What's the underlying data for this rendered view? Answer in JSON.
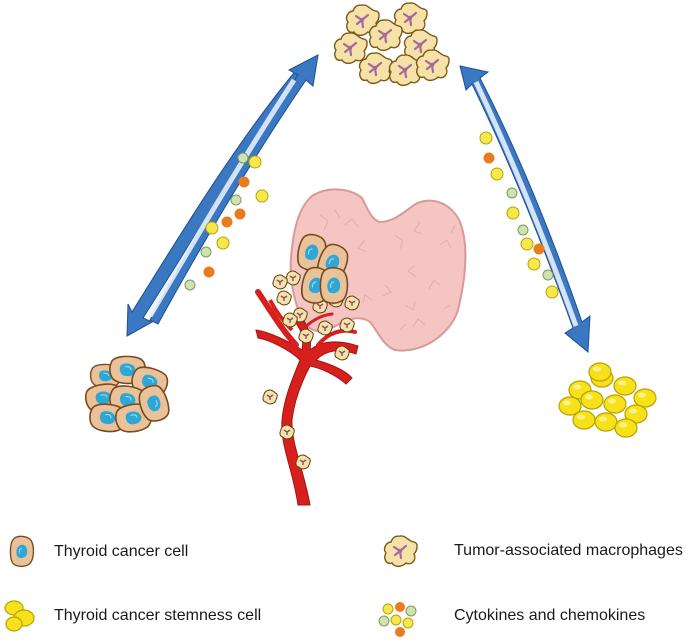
{
  "legend": {
    "items": [
      {
        "icon": "thyroid-cancer-cell-icon",
        "label": "Thyroid cancer cell"
      },
      {
        "icon": "tumor-associated-macrophage-icon",
        "label": "Tumor-associated macrophages"
      },
      {
        "icon": "thyroid-cancer-stemness-cell-icon",
        "label": "Thyroid cancer stemness cell"
      },
      {
        "icon": "cytokines-chemokines-icon",
        "label": "Cytokines and chemokines"
      }
    ]
  },
  "colors": {
    "arrow_blue": "#3b78c2",
    "arrow_dark": "#1f4f95",
    "arrow_light": "#dde9f7",
    "thyroid_pink": "#f4c5c2",
    "thyroid_outline": "#d89a96",
    "vessel_red": "#d7201d",
    "cancer_cell_tan": "#eac29a",
    "cancer_cell_outline": "#7a4a1f",
    "nucleus_blue": "#2fa7d6",
    "stemness_yellow": "#f7e11a",
    "stemness_outline": "#b9a200",
    "macrophage_fill": "#f6e2a6",
    "macrophage_outline": "#7a5a1a",
    "macrophage_core": "#a46a9a",
    "cytokine_orange": "#ea7b1f",
    "cytokine_green": "#cfe3b0",
    "cytokine_yellow": "#f4e84d"
  }
}
